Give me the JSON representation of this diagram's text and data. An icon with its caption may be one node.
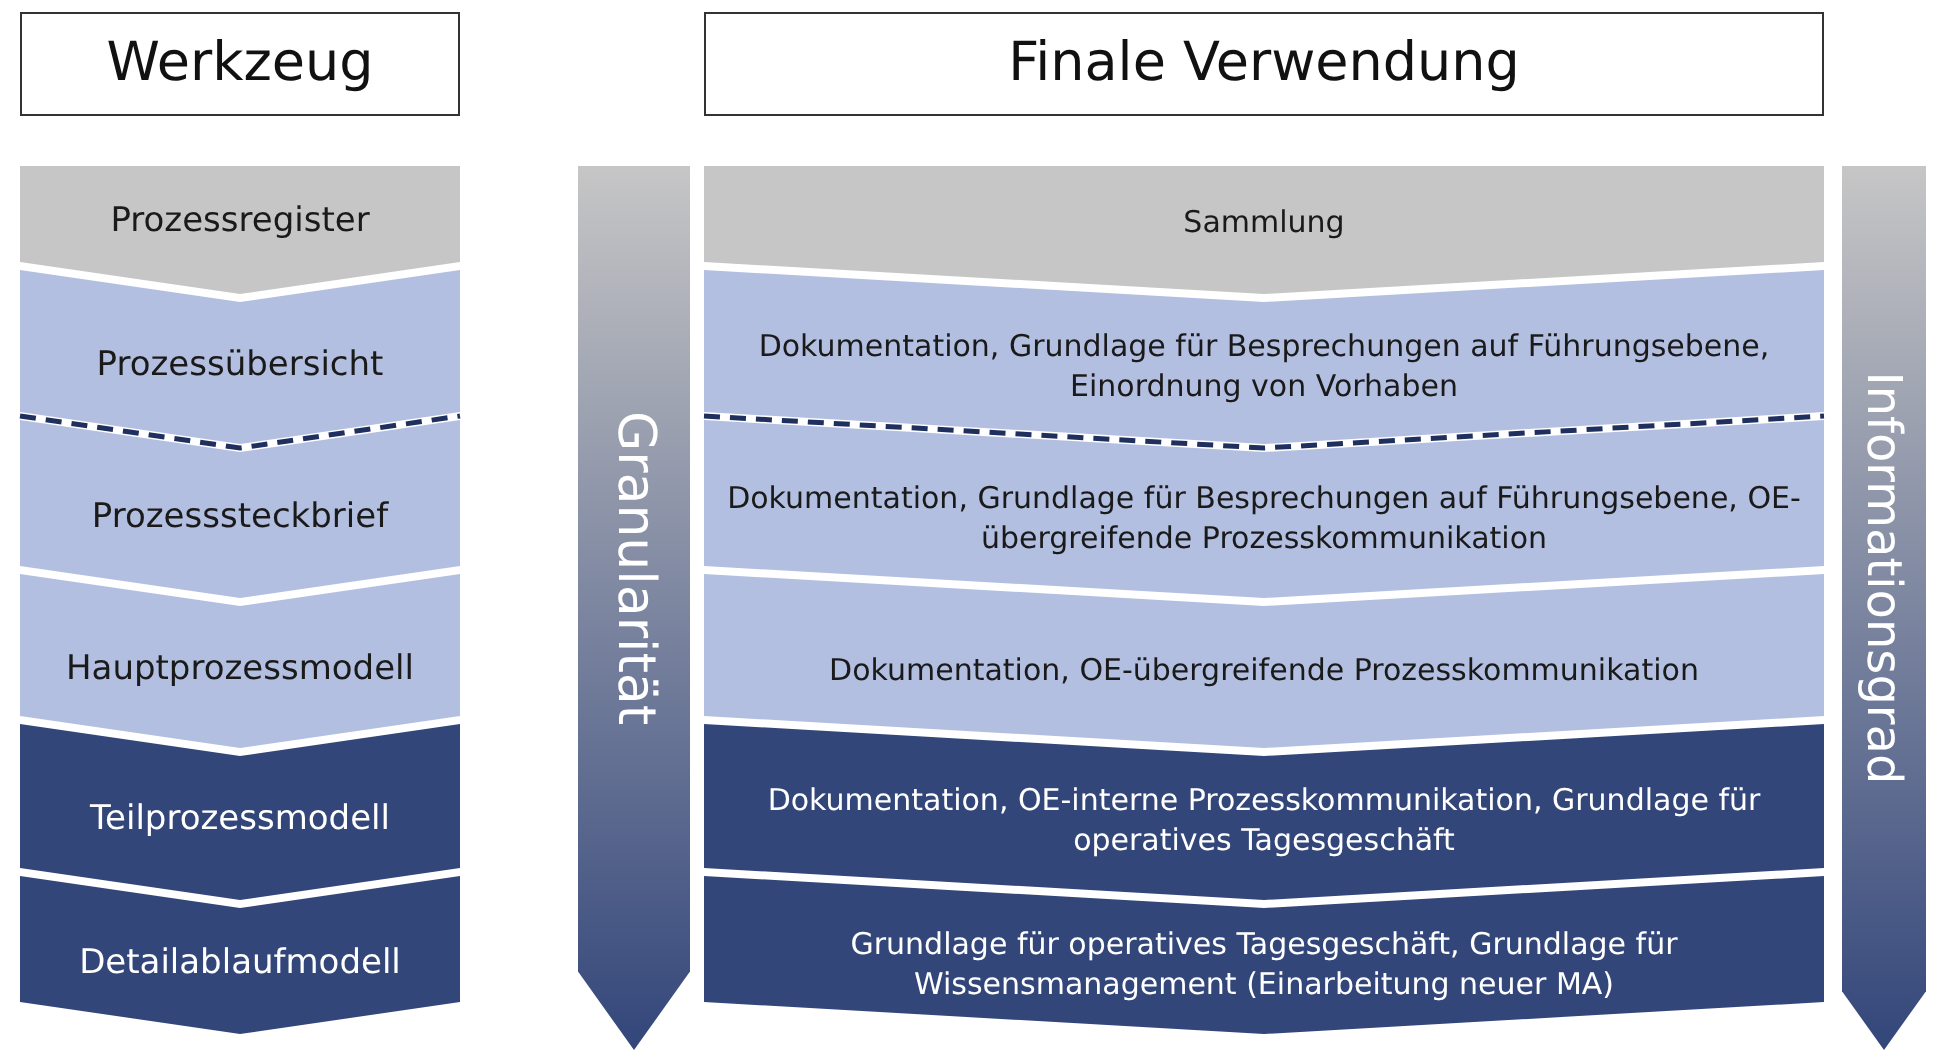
{
  "diagram": {
    "nodes": [
      {
        "text": [
          "Werkzeug"
        ]
      },
      {
        "text": [
          "Finale Verwendung"
        ]
      },
      {
        "text": [
          "Prozessregister"
        ]
      },
      {
        "text": [
          "Sammlung"
        ]
      },
      {
        "text": [
          "Prozessübersicht"
        ]
      },
      {
        "text": [
          "Dokumentation, Grundlage für Besprechungen auf Führungsebene, Einordnung von Vorhaben"
        ]
      },
      {
        "text": [
          "Prozesssteckbrief"
        ]
      },
      {
        "text": [
          "Dokumentation, Grundlage für Besprechungen auf Führungsebene, OE-übergreifende Prozesskommunikation"
        ]
      },
      {
        "text": [
          "Hauptprozessmodell"
        ]
      },
      {
        "text": [
          "Dokumentation, OE-übergreifende Prozesskommunikation"
        ]
      },
      {
        "text": [
          "Teilprozessmodell"
        ]
      },
      {
        "text": [
          "Dokumentation, OE-interne Prozesskommunikation, Grundlage für operatives Tagesgeschäft"
        ]
      },
      {
        "text": [
          "Detailablaufmodell"
        ]
      },
      {
        "text": [
          "Grundlage für operatives Tagesgeschäft, Grundlage für Wissensmanagement (Einarbeitung neuer MA)"
        ]
      },
      {
        "text": [
          "Granularität"
        ]
      },
      {
        "text": [
          "Informationsgrad"
        ]
      }
    ],
    "edges": []
  }
}
